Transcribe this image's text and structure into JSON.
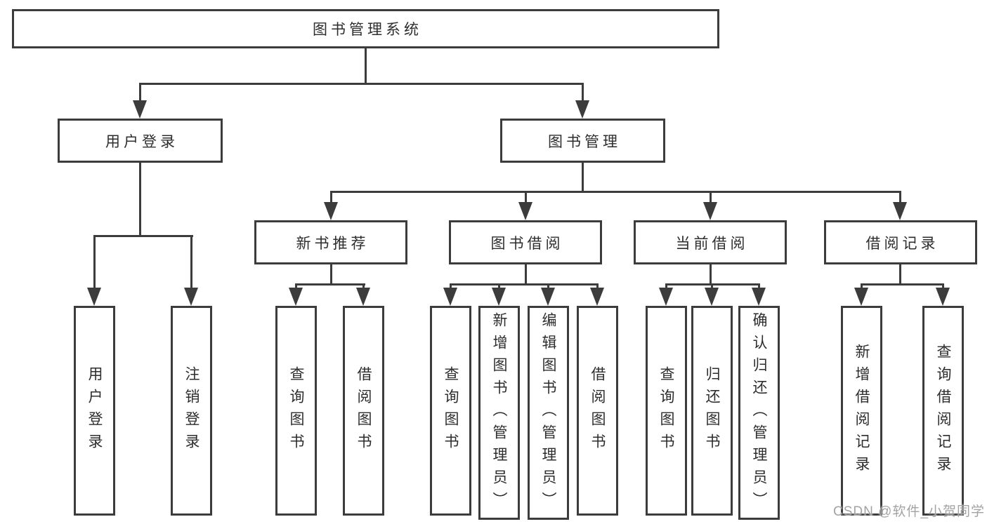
{
  "title": "图书管理系统",
  "watermark": "CSDN @软件_小贺同学",
  "level2": [
    {
      "label": "用户登录"
    },
    {
      "label": "图书管理"
    }
  ],
  "level3": [
    {
      "label": "新书推荐",
      "parent": "图书管理"
    },
    {
      "label": "图书借阅",
      "parent": "图书管理"
    },
    {
      "label": "当前借阅",
      "parent": "图书管理"
    },
    {
      "label": "借阅记录",
      "parent": "图书管理"
    }
  ],
  "leaves": [
    {
      "label": "用户登录",
      "parent": "用户登录"
    },
    {
      "label": "注销登录",
      "parent": "用户登录"
    },
    {
      "label": "查询图书",
      "parent": "新书推荐"
    },
    {
      "label": "借阅图书",
      "parent": "新书推荐"
    },
    {
      "label": "查询图书",
      "parent": "图书借阅"
    },
    {
      "label": "新增图书（管理员）",
      "parent": "图书借阅"
    },
    {
      "label": "编辑图书（管理员）",
      "parent": "图书借阅"
    },
    {
      "label": "借阅图书",
      "parent": "图书借阅"
    },
    {
      "label": "查询图书",
      "parent": "当前借阅"
    },
    {
      "label": "归还图书",
      "parent": "当前借阅"
    },
    {
      "label": "确认归还（管理员）",
      "parent": "当前借阅"
    },
    {
      "label": "新增借阅记录",
      "parent": "借阅记录"
    },
    {
      "label": "查询借阅记录",
      "parent": "借阅记录"
    }
  ]
}
